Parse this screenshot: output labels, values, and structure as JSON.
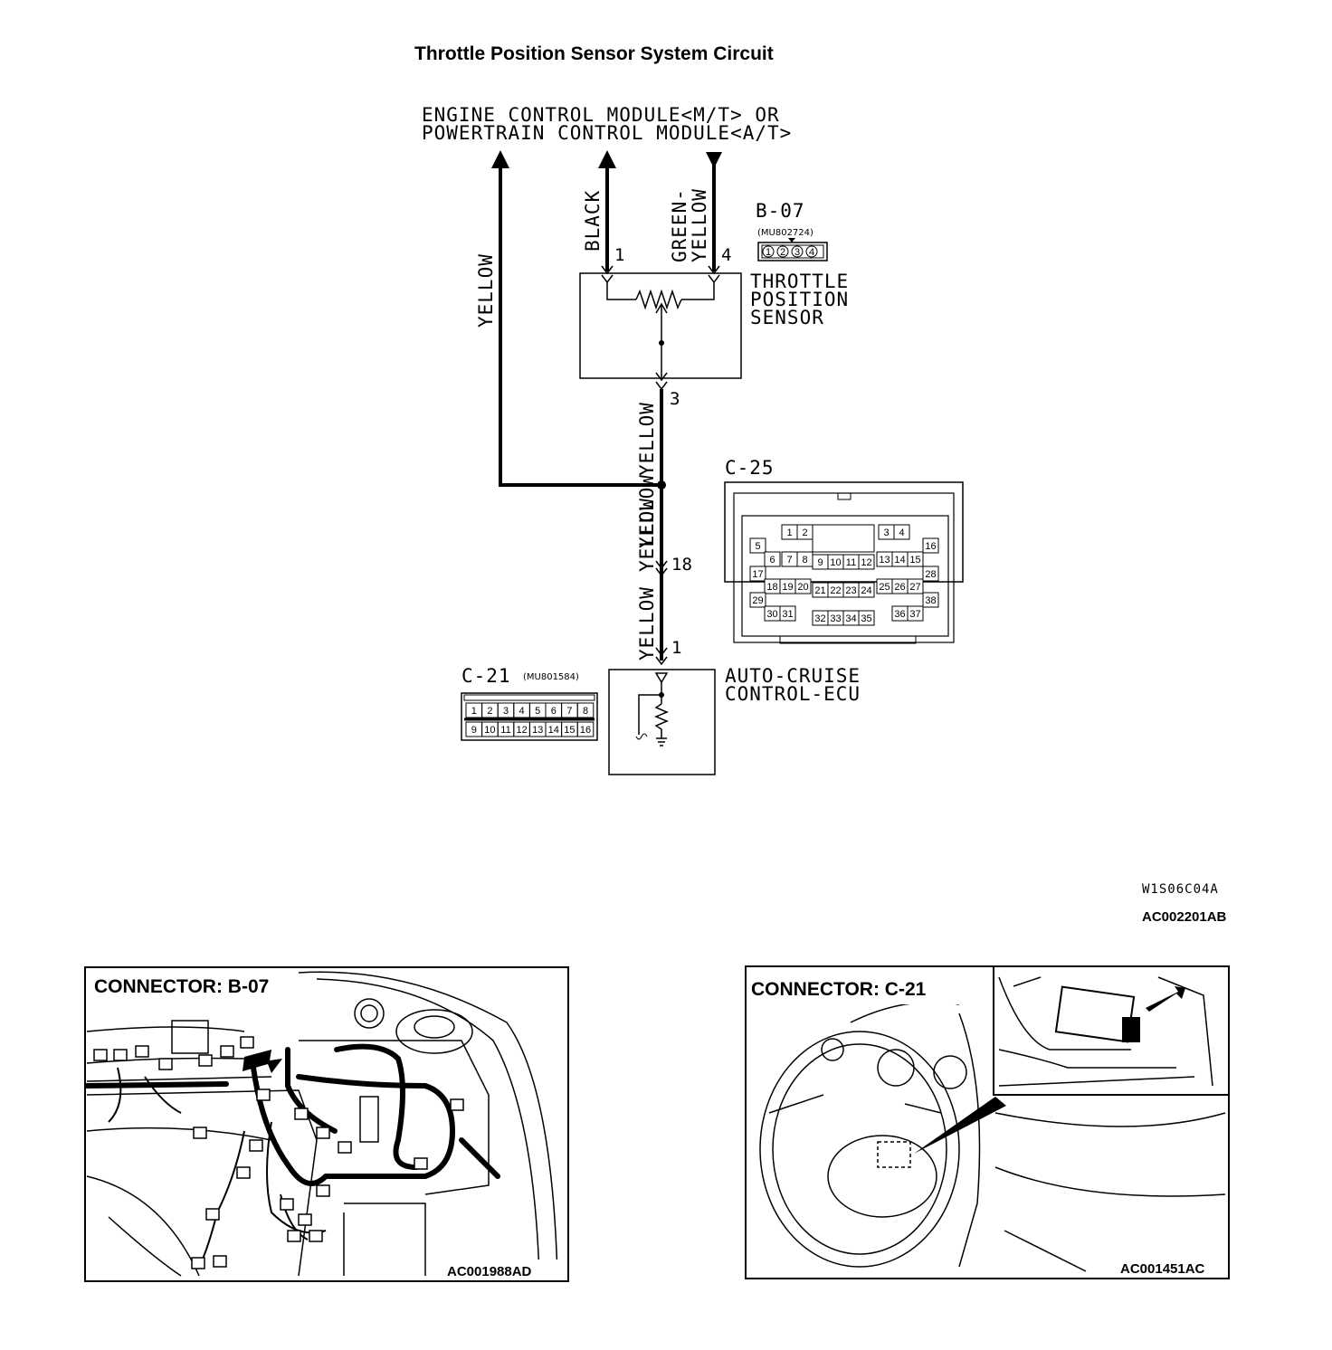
{
  "title": "Throttle Position Sensor System Circuit",
  "module": {
    "line1": "ENGINE CONTROL MODULE<M/T> OR",
    "line2": "POWERTRAIN CONTROL MODULE<A/T>"
  },
  "wires": {
    "left_yellow": "YELLOW",
    "black": "BLACK",
    "green_yellow_1": "GREEN-",
    "green_yellow_2": "YELLOW",
    "yellow_pin3": "YELLOW",
    "yellow_a": "YELLOW",
    "yellow_b": "YELLOW",
    "yellow_c": "YELLOW"
  },
  "pins": {
    "sensor_1": "1",
    "sensor_4": "4",
    "sensor_3": "3",
    "c25_18": "18",
    "ecu_1": "1"
  },
  "sensor": {
    "connector": "B-07",
    "part_no": "(MU802724)",
    "pins": [
      "1",
      "2",
      "3",
      "4"
    ],
    "label1": "THROTTLE",
    "label2": "POSITION",
    "label3": "SENSOR"
  },
  "c25": {
    "connector": "C-25",
    "pins": [
      "1",
      "2",
      "3",
      "4",
      "5",
      "6",
      "7",
      "8",
      "9",
      "10",
      "11",
      "12",
      "13",
      "14",
      "15",
      "16",
      "17",
      "18",
      "19",
      "20",
      "21",
      "22",
      "23",
      "24",
      "25",
      "26",
      "27",
      "28",
      "29",
      "30",
      "31",
      "32",
      "33",
      "34",
      "35",
      "36",
      "37",
      "38"
    ]
  },
  "c21": {
    "connector": "C-21",
    "part_no": "(MU801584)",
    "pins_top": [
      "1",
      "2",
      "3",
      "4",
      "5",
      "6",
      "7",
      "8"
    ],
    "pins_bottom": [
      "9",
      "10",
      "11",
      "12",
      "13",
      "14",
      "15",
      "16"
    ]
  },
  "ecu": {
    "label1": "AUTO-CRUISE",
    "label2": "CONTROL-ECU"
  },
  "refs": {
    "diagram_code": "W1S06C04A",
    "figure_code": "AC002201AB"
  },
  "panels": {
    "left": {
      "title": "CONNECTOR: B-07",
      "code": "AC001988AD"
    },
    "right": {
      "title": "CONNECTOR: C-21",
      "code": "AC001451AC"
    }
  }
}
